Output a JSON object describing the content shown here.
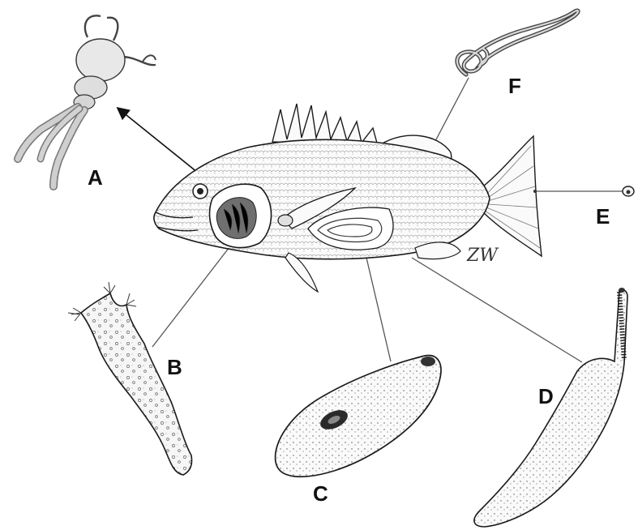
{
  "labels": {
    "a": "A",
    "b": "B",
    "c": "C",
    "d": "D",
    "e": "E",
    "f": "F"
  },
  "signature": "ZW",
  "colors": {
    "ink": "#1a1a1a",
    "line": "#555555",
    "fill": "#f4f4f4"
  }
}
